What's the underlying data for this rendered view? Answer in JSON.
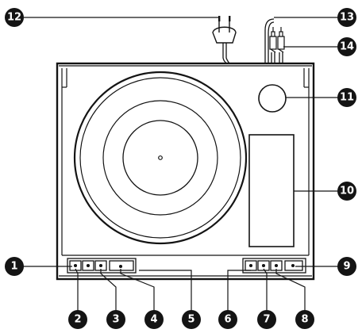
{
  "diagram": {
    "type": "turntable-top-view-callouts",
    "colors": {
      "ink": "#141414",
      "paper": "#ffffff",
      "badge_text": "#ffffff"
    },
    "callouts": [
      {
        "id": "c1",
        "number": "1"
      },
      {
        "id": "c2",
        "number": "2"
      },
      {
        "id": "c3",
        "number": "3"
      },
      {
        "id": "c4",
        "number": "4"
      },
      {
        "id": "c5",
        "number": "5"
      },
      {
        "id": "c6",
        "number": "6"
      },
      {
        "id": "c7",
        "number": "7"
      },
      {
        "id": "c8",
        "number": "8"
      },
      {
        "id": "c9",
        "number": "9"
      },
      {
        "id": "c10",
        "number": "10"
      },
      {
        "id": "c11",
        "number": "11"
      },
      {
        "id": "c12",
        "number": "12"
      },
      {
        "id": "c13",
        "number": "13"
      },
      {
        "id": "c14",
        "number": "14"
      }
    ]
  }
}
